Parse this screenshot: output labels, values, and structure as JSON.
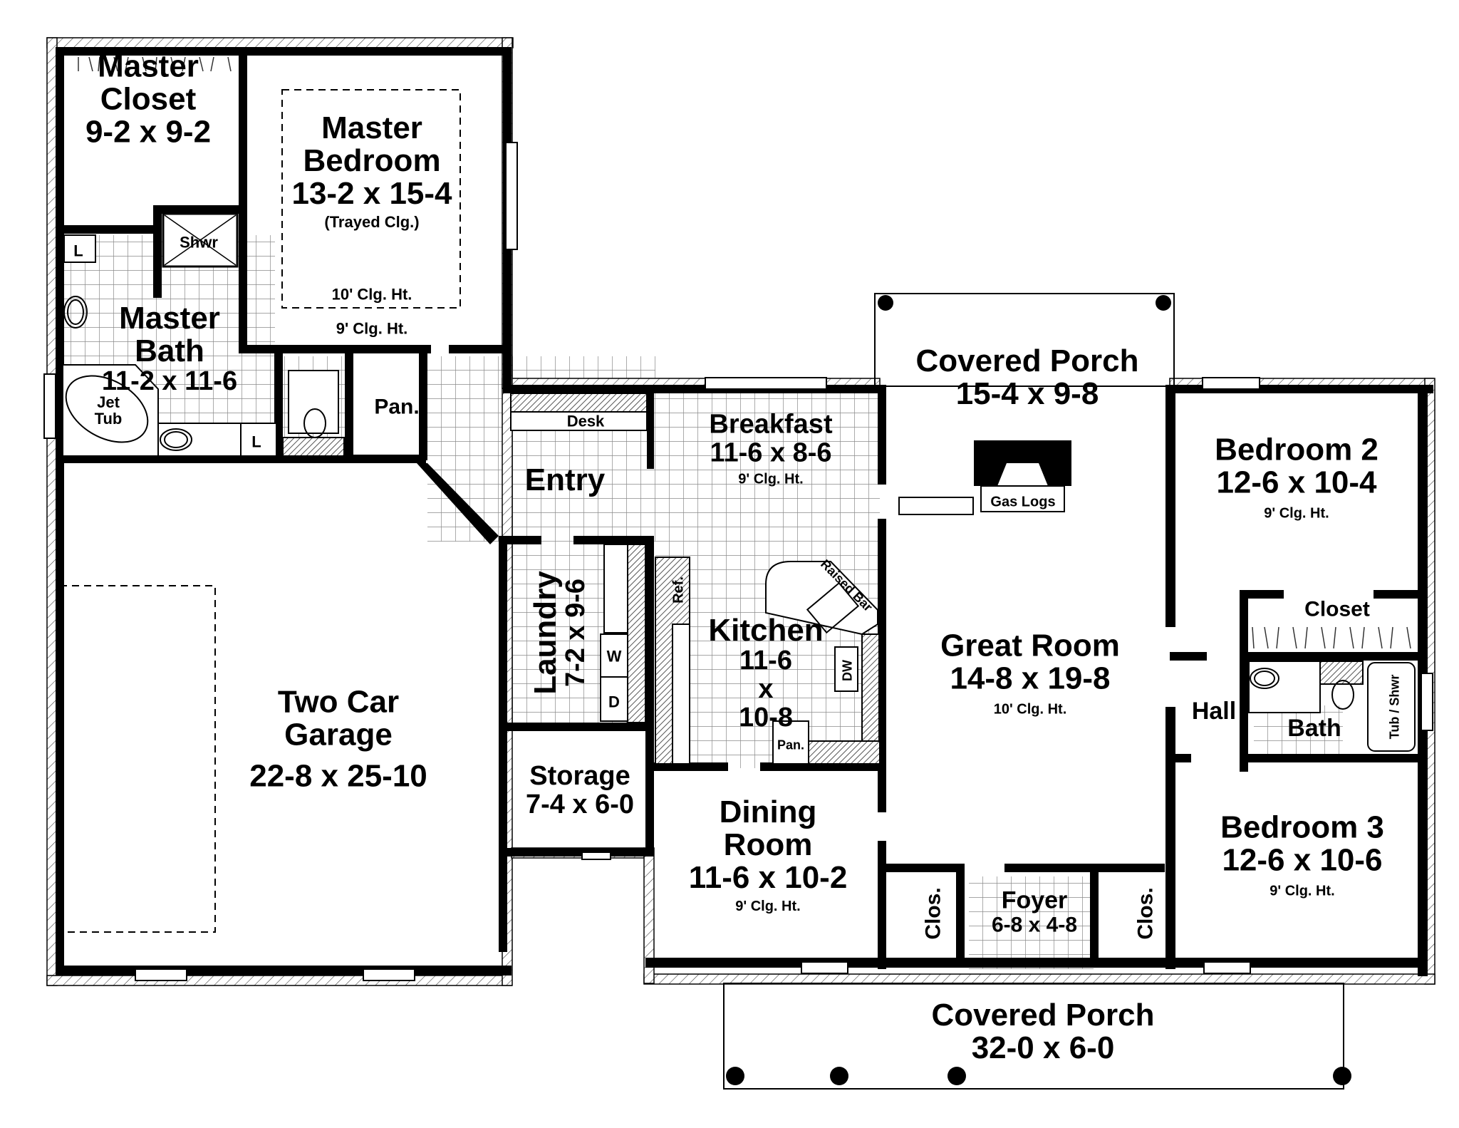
{
  "plan": {
    "type": "floor-plan",
    "rooms": {
      "master_closet": {
        "name_line1": "Master",
        "name_line2": "Closet",
        "size": "9-2 x 9-2"
      },
      "master_bedroom": {
        "name_line1": "Master",
        "name_line2": "Bedroom",
        "size": "13-2 x 15-4",
        "note": "(Trayed Clg.)",
        "tray_ceiling": "10' Clg. Ht.",
        "ceiling": "9' Clg. Ht."
      },
      "master_bath": {
        "name_line1": "Master",
        "name_line2": "Bath",
        "size": "11-2 x 11-6"
      },
      "shower": {
        "label": "Shwr"
      },
      "linen_1": {
        "label": "L"
      },
      "linen_2": {
        "label": "L"
      },
      "jet_tub": {
        "line1": "Jet",
        "line2": "Tub"
      },
      "pantry_entry": {
        "label": "Pan."
      },
      "desk": {
        "label": "Desk"
      },
      "entry": {
        "name": "Entry"
      },
      "breakfast": {
        "name": "Breakfast",
        "size": "11-6 x 8-6",
        "ceiling": "9' Clg. Ht."
      },
      "covered_porch_rear": {
        "name": "Covered Porch",
        "size": "15-4 x 9-8"
      },
      "gas_logs": {
        "label": "Gas Logs"
      },
      "bedroom_2": {
        "name": "Bedroom 2",
        "size": "12-6 x 10-4",
        "ceiling": "9' Clg. Ht."
      },
      "closet_bed2": {
        "label": "Closet"
      },
      "laundry": {
        "name": "Laundry",
        "size": "7-2 x 9-6",
        "washer": "W",
        "dryer": "D"
      },
      "kitchen": {
        "name": "Kitchen",
        "size_line1": "11-6",
        "size_line2": "x",
        "size_line3": "10-8",
        "refrigerator": "Ref.",
        "raised_bar": "Raised Bar",
        "dishwasher": "DW",
        "pantry": "Pan."
      },
      "great_room": {
        "name": "Great Room",
        "size": "14-8 x 19-8",
        "ceiling": "10' Clg. Ht."
      },
      "hall": {
        "name": "Hall"
      },
      "bath": {
        "name": "Bath",
        "tub_shower": "Tub / Shwr"
      },
      "garage": {
        "name_line1": "Two Car",
        "name_line2": "Garage",
        "size": "22-8 x 25-10"
      },
      "storage": {
        "name": "Storage",
        "size": "7-4 x 6-0"
      },
      "dining_room": {
        "name_line1": "Dining",
        "name_line2": "Room",
        "size": "11-6 x 10-2",
        "ceiling": "9' Clg. Ht."
      },
      "closet_foyer_left": {
        "label": "Clos."
      },
      "foyer": {
        "name": "Foyer",
        "size": "6-8 x 4-8"
      },
      "closet_foyer_right": {
        "label": "Clos."
      },
      "bedroom_3": {
        "name": "Bedroom 3",
        "size": "12-6 x 10-6",
        "ceiling": "9' Clg. Ht."
      },
      "covered_porch_front": {
        "name": "Covered Porch",
        "size": "32-0 x 6-0"
      }
    },
    "colors": {
      "wall": "#000000",
      "background": "#ffffff",
      "tile_grid": "#9a9a9a",
      "hatch": "#777777"
    }
  }
}
